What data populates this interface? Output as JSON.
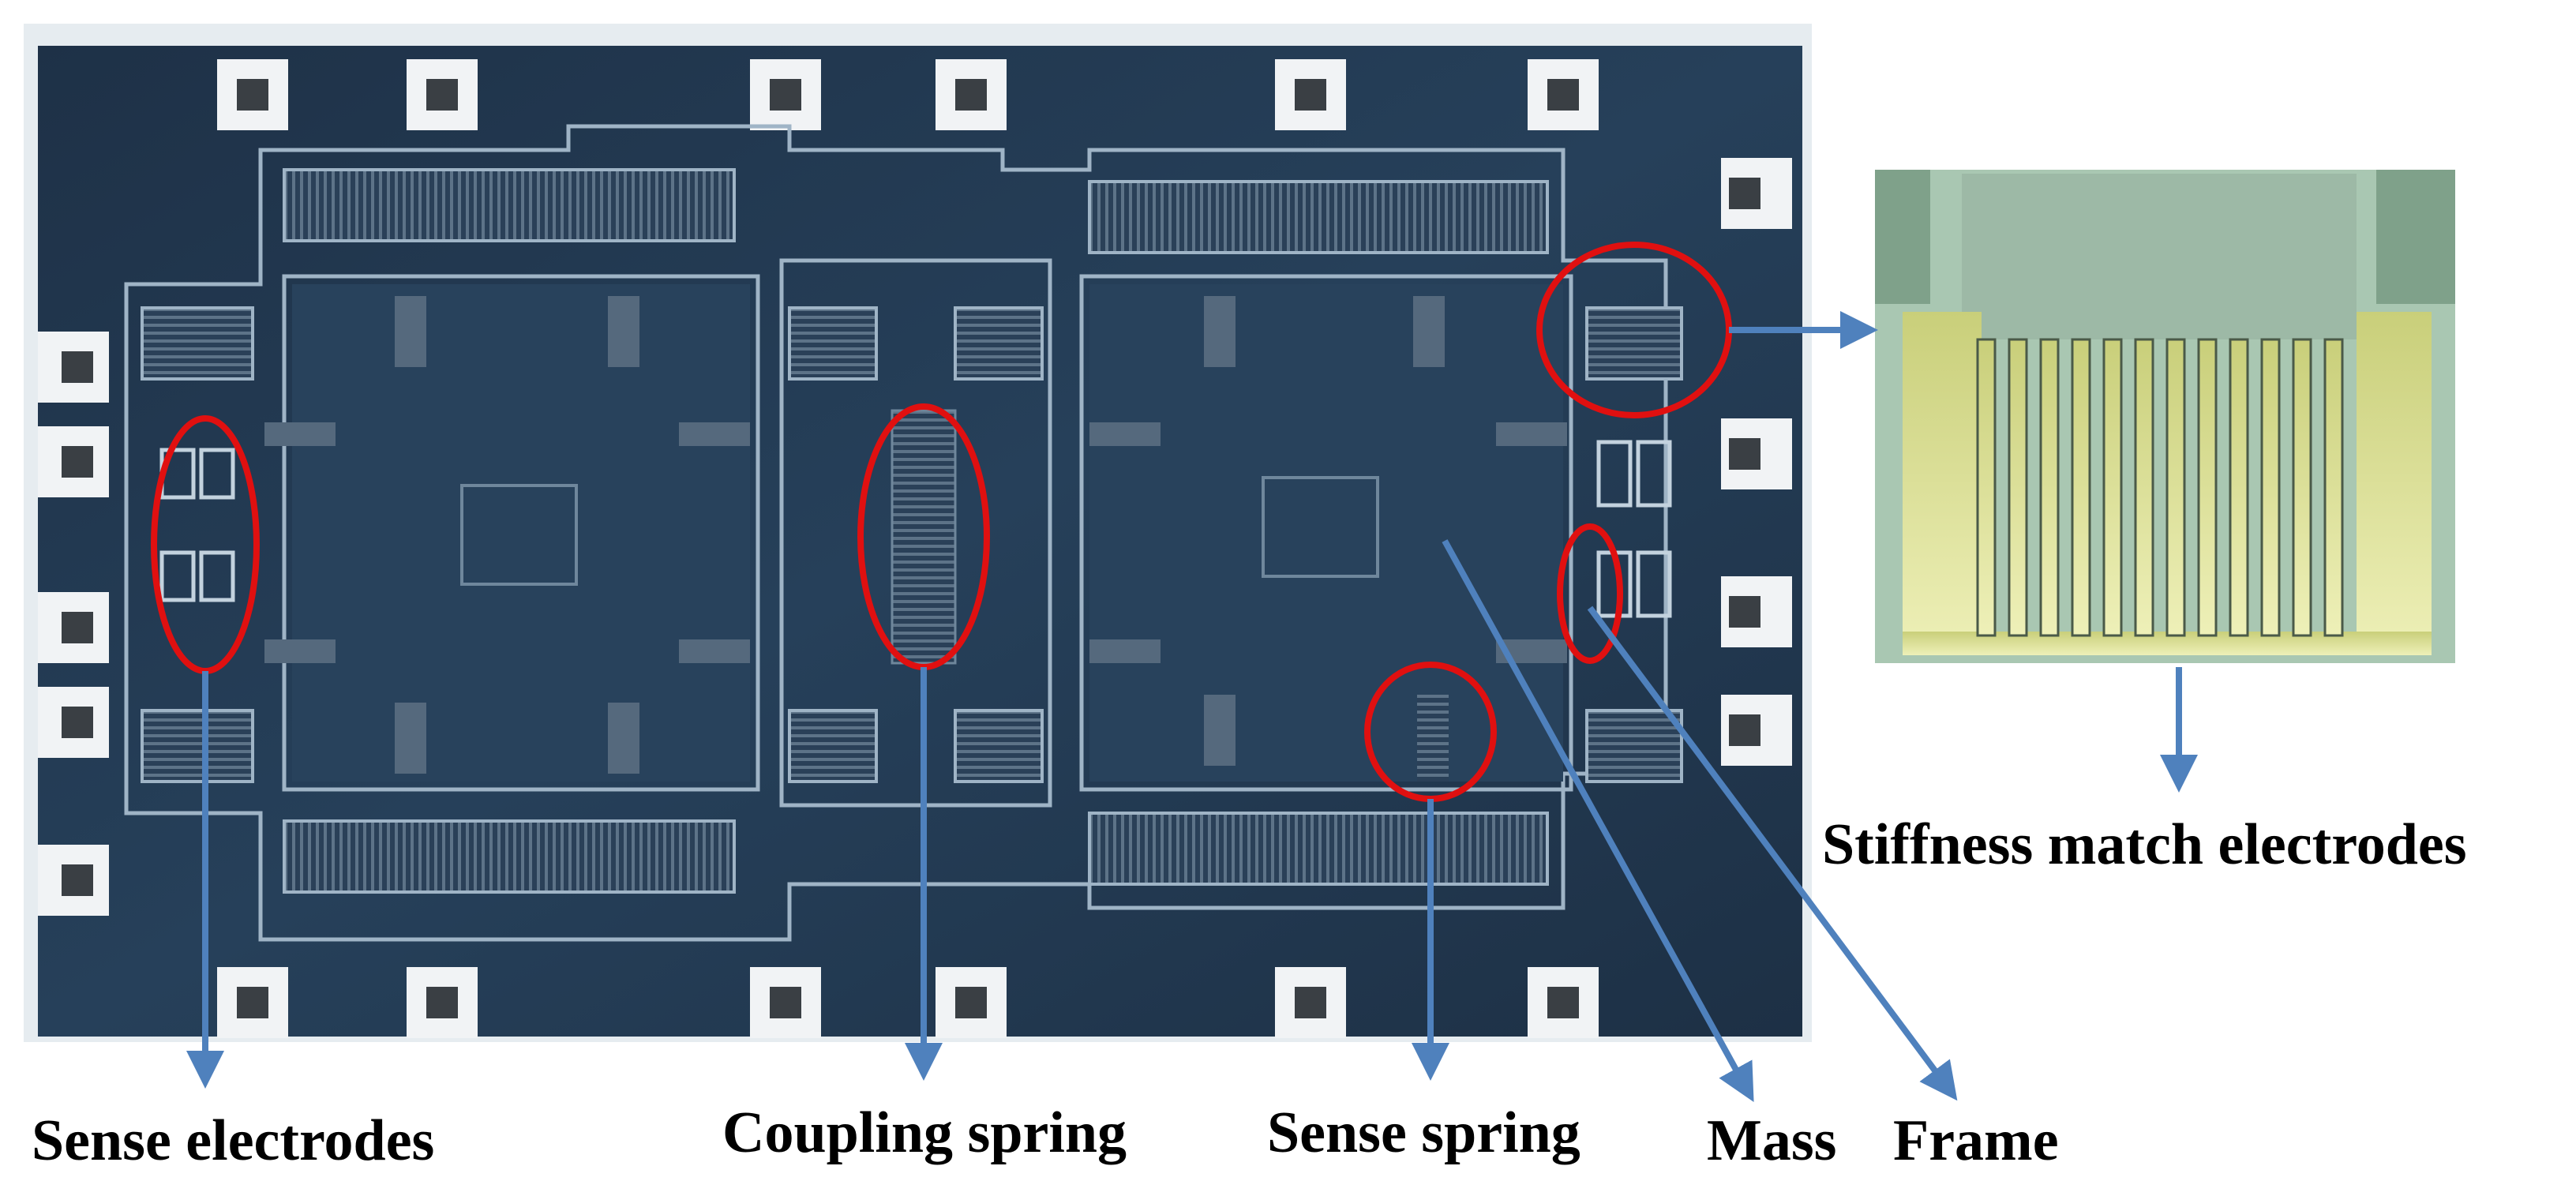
{
  "figure": {
    "labels": {
      "sense_electrodes": "Sense electrodes",
      "coupling_spring": "Coupling spring",
      "sense_spring": "Sense spring",
      "mass": "Mass",
      "frame": "Frame",
      "stiffness_match_electrodes": "Stiffness match electrodes"
    },
    "colors": {
      "die_background": "#23384f",
      "die_border": "#dfe6ec",
      "structure": "#2f4b66",
      "structure_edge": "#9fb4c6",
      "pad": "#f1f3f5",
      "pad_inner": "#3a3f44",
      "highlight_circle": "#e01010",
      "arrow": "#4f81bd",
      "inset_background": "#a9c7b2",
      "inset_top_block": "#9db9a6",
      "inset_electrode": "#dfe2a0"
    }
  }
}
